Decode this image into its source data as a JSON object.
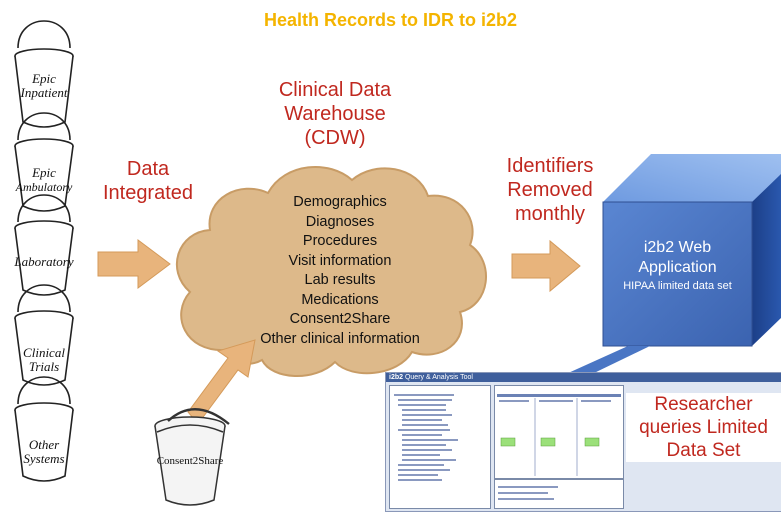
{
  "title": "Health Records to IDR to i2b2",
  "sources": [
    {
      "line1": "Epic",
      "line2": "Inpatient"
    },
    {
      "line1": "Epic",
      "line2": "Ambulatory"
    },
    {
      "line1": "Laboratory",
      "line2": ""
    },
    {
      "line1": "Clinical",
      "line2": "Trials"
    },
    {
      "line1": "Other",
      "line2": "Systems"
    }
  ],
  "step1": {
    "line1": "Data",
    "line2": "Integrated"
  },
  "cdw": {
    "line1": "Clinical Data",
    "line2": "Warehouse",
    "line3": "(CDW)"
  },
  "cdw_items": [
    "Demographics",
    "Diagnoses",
    "Procedures",
    "Visit information",
    "Lab results",
    "Medications",
    "Consent2Share",
    "Other clinical information"
  ],
  "step2": {
    "line1": "Identifiers",
    "line2": "Removed",
    "line3": "monthly"
  },
  "i2b2": {
    "line1": "i2b2 Web",
    "line2": "Application",
    "line3": "HIPAA limited data set"
  },
  "consent_bucket": "Consent2Share",
  "researcher": {
    "line1": "Researcher",
    "line2": "queries Limited",
    "line3": "Data Set"
  },
  "screenshot": {
    "brand": "i2b2",
    "app_title": "Query & Analysis Tool"
  },
  "colors": {
    "title": "#f4b400",
    "label": "#c0281f",
    "cloud": "#ddb98a",
    "arrow": "#e8b47c",
    "cube_front": "#4a76c4"
  }
}
